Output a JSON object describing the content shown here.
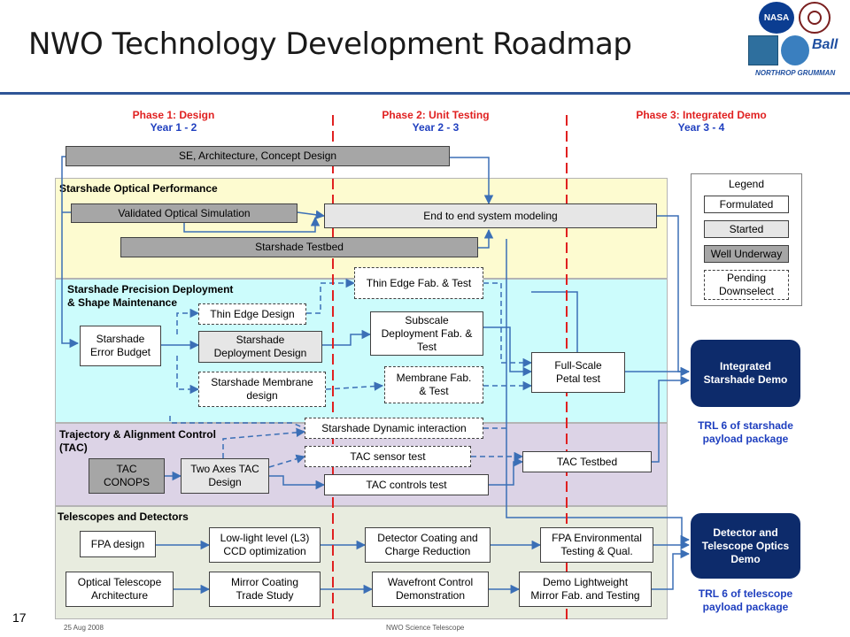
{
  "slide": {
    "title": "NWO Technology Development Roadmap",
    "page_number": "17",
    "footer_date": "25 Aug 2008",
    "footer_center": "NWO Science Telescope"
  },
  "logos": {
    "nasa": "NASA",
    "ball": "Ball",
    "northrop": "NORTHROP GRUMMAN"
  },
  "phases": [
    {
      "name": "Phase 1: Design",
      "years": "Year 1 - 2"
    },
    {
      "name": "Phase 2: Unit Testing",
      "years": "Year 2 - 3"
    },
    {
      "name": "Phase 3: Integrated Demo",
      "years": "Year 3 - 4"
    }
  ],
  "bands": {
    "optical": "Starshade Optical Performance",
    "deploy_l1": "Starshade Precision Deployment",
    "deploy_l2": "& Shape Maintenance",
    "tac_l1": "Trajectory & Alignment Control",
    "tac_l2": "(TAC)",
    "tele": "Telescopes and Detectors"
  },
  "tasks": {
    "se_arch": "SE, Architecture, Concept Design",
    "valid_sim": "Validated Optical Simulation",
    "e2e": "End to end system modeling",
    "testbed": "Starshade Testbed",
    "thin_edge_fab": "Thin Edge Fab. & Test",
    "thin_edge_design": "Thin Edge Design",
    "error_budget_l1": "Starshade",
    "error_budget_l2": "Error Budget",
    "deploy_design_l1": "Starshade",
    "deploy_design_l2": "Deployment Design",
    "subscale_l1": "Subscale",
    "subscale_l2": "Deployment Fab. &",
    "subscale_l3": "Test",
    "membrane_design_l1": "Starshade Membrane",
    "membrane_design_l2": "design",
    "membrane_fab_l1": "Membrane Fab.",
    "membrane_fab_l2": "& Test",
    "petal_l1": "Full-Scale",
    "petal_l2": "Petal test",
    "dynamic": "Starshade Dynamic interaction",
    "tac_sensor": "TAC sensor test",
    "tac_testbed": "TAC Testbed",
    "tac_conops_l1": "TAC",
    "tac_conops_l2": "CONOPS",
    "two_axes_l1": "Two Axes TAC",
    "two_axes_l2": "Design",
    "tac_controls": "TAC controls test",
    "fpa_design": "FPA design",
    "lowlight_l1": "Low-light level (L3)",
    "lowlight_l2": "CCD optimization",
    "coating_l1": "Detector Coating and",
    "coating_l2": "Charge Reduction",
    "fpa_env_l1": "FPA Environmental",
    "fpa_env_l2": "Testing & Qual.",
    "opt_tel_l1": "Optical Telescope",
    "opt_tel_l2": "Architecture",
    "mirror_coat_l1": "Mirror Coating",
    "mirror_coat_l2": "Trade Study",
    "wavefront_l1": "Wavefront Control",
    "wavefront_l2": "Demonstration",
    "lightweight_l1": "Demo Lightweight",
    "lightweight_l2": "Mirror Fab. and Testing"
  },
  "legend": {
    "title": "Legend",
    "formulated": "Formulated",
    "started": "Started",
    "well_underway": "Well Underway",
    "pending_l1": "Pending",
    "pending_l2": "Downselect"
  },
  "demos": [
    {
      "l1": "Integrated",
      "l2": "Starshade Demo",
      "l3": "",
      "trl_l1": "TRL 6 of starshade",
      "trl_l2": "payload package"
    },
    {
      "l1": "Detector and",
      "l2": "Telescope Optics",
      "l3": "Demo",
      "trl_l1": "TRL 6 of telescope",
      "trl_l2": "payload package"
    }
  ],
  "colors": {
    "band_optical": "#fdfbd0",
    "band_deploy": "#ccfcfc",
    "band_tac": "#dcd3e6",
    "band_tele": "#e8ecdf",
    "arrow": "#3b6fb6",
    "phase_line": "#e02020",
    "demo": "#0d2b6b",
    "title_rule": "#2f5597"
  }
}
